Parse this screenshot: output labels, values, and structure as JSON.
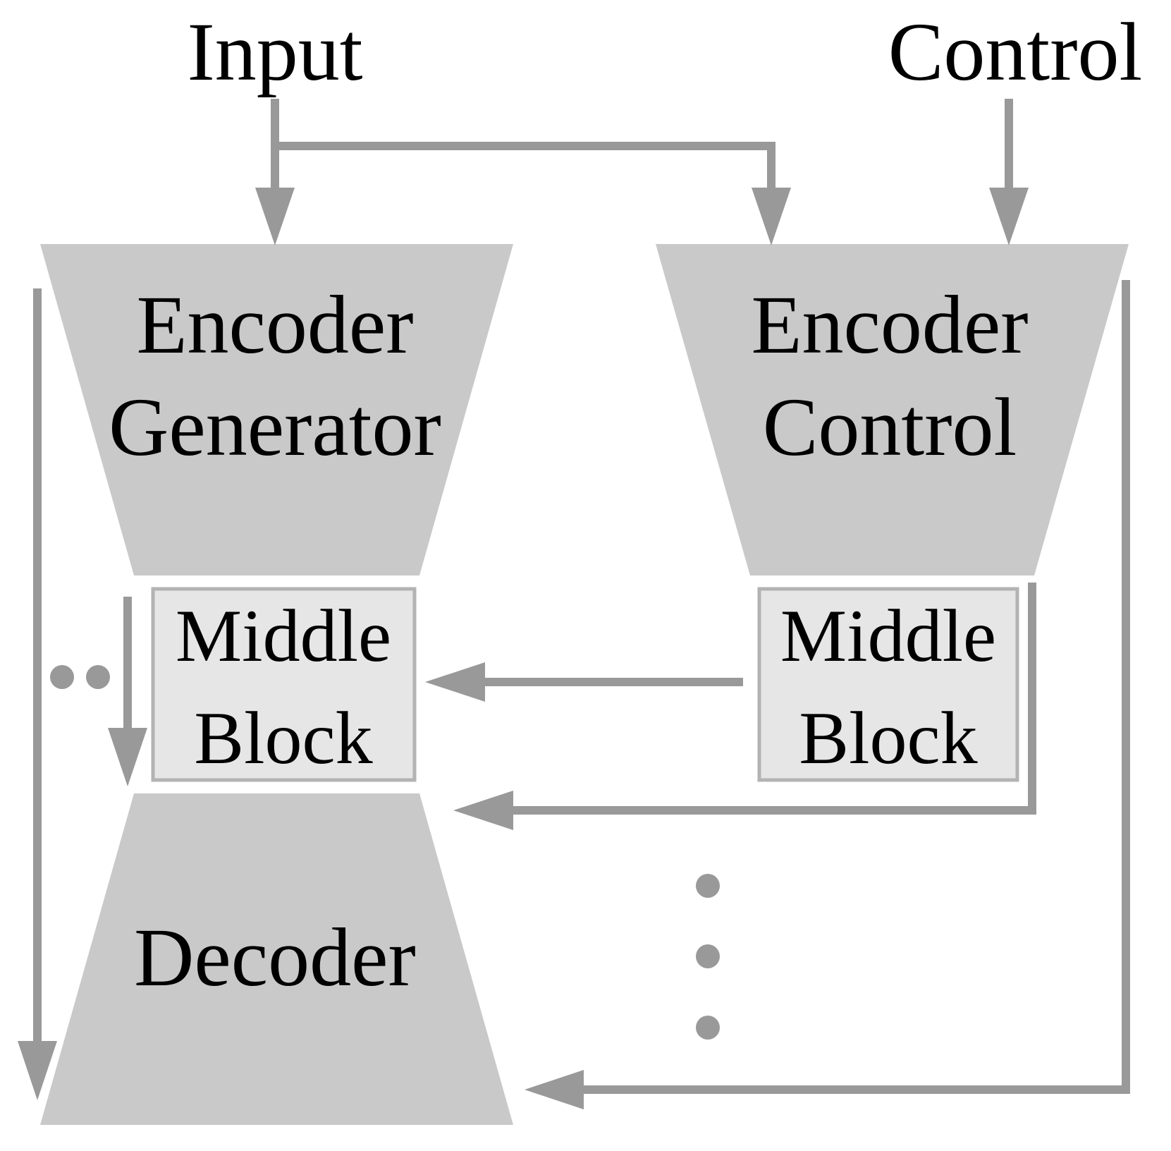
{
  "labels": {
    "input": "Input",
    "control": "Control"
  },
  "blocks": {
    "encoder_generator": {
      "line1": "Encoder",
      "line2": "Generator"
    },
    "encoder_control": {
      "line1": "Encoder",
      "line2": "Control"
    },
    "middle_block_generator": {
      "line1": "Middle",
      "line2": "Block"
    },
    "middle_block_control": {
      "line1": "Middle",
      "line2": "Block"
    },
    "decoder": {
      "line1": "Decoder"
    }
  },
  "colors": {
    "block_fill": "#c9c9c9",
    "middle_fill": "#e6e6e6",
    "middle_border": "#b3b3b3",
    "arrow": "#999999",
    "text": "#000000"
  }
}
